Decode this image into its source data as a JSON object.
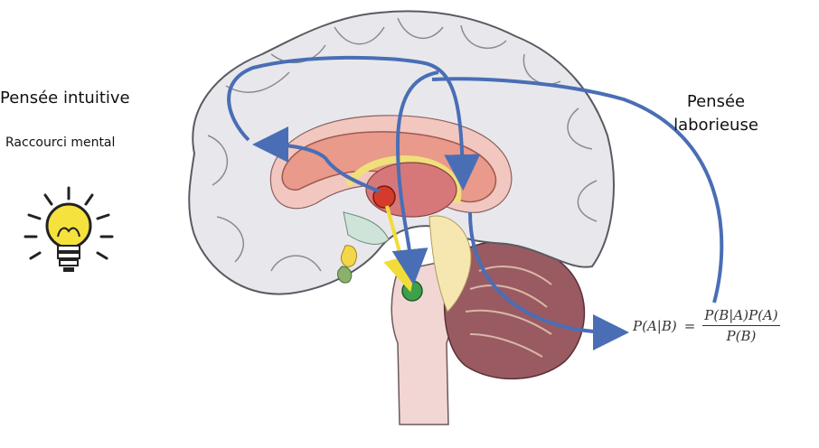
{
  "labels": {
    "intuitive_thinking": "Pensée intuitive",
    "mental_shortcut": "Raccourci mental",
    "laborious_thinking_line1": "Pensée",
    "laborious_thinking_line2": "laborieuse"
  },
  "formula": {
    "lhs": "P(A|B)",
    "equals": "=",
    "numerator": "P(B|A)P(A)",
    "denominator": "P(B)"
  },
  "colors": {
    "arrow_blue": "#4a6eb5",
    "arrow_yellow": "#f2dc3a",
    "node_red": "#d63a2a",
    "node_green": "#3ea04a",
    "cortex": "#e8e8ec",
    "cortex_outline": "#5a5a62",
    "callosum": "#e99a8a",
    "cerebellum": "#9a5a62",
    "brainstem": "#f2d6d4"
  },
  "icons": [
    "lightbulb-icon"
  ]
}
